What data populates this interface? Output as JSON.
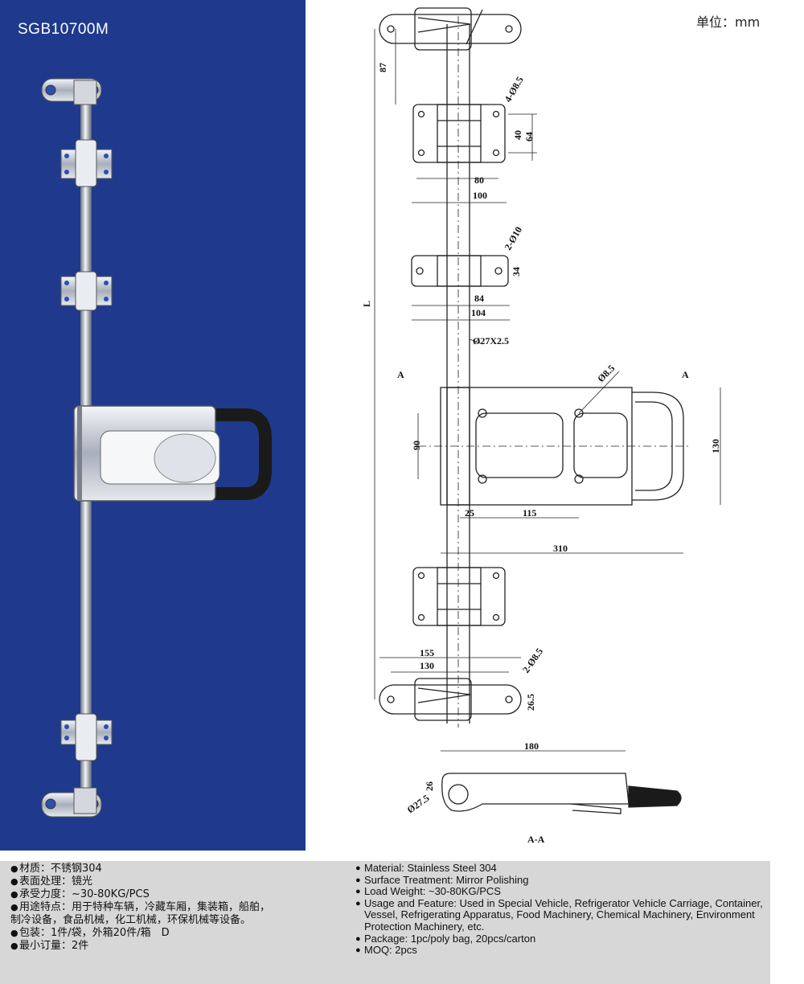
{
  "header": {
    "model_code": "SGB10700M",
    "unit_label": "单位：mm"
  },
  "drawing": {
    "dimensions": {
      "d87": "87",
      "holes_4x8_5": "4-Ø8.5",
      "d40": "40",
      "d64": "64",
      "d80": "80",
      "d100": "100",
      "holes_2x10": "2-Ø10",
      "d34": "34",
      "d84": "84",
      "d104": "104",
      "rod": "Ø27X2.5",
      "length": "L",
      "section_a_left": "A",
      "section_a_right": "A",
      "hole_8_5": "Ø8.5",
      "d90": "90",
      "d130_handle": "130",
      "d25": "25",
      "d115": "115",
      "d310": "310",
      "d155": "155",
      "d130_base": "130",
      "holes_2x8_5": "2-Ø8.5",
      "d26_5": "26.5",
      "d180": "180",
      "d26": "26",
      "d27_5": "Ø27.5",
      "section_label": "A-A"
    }
  },
  "specs_cn": [
    "材质：不锈钢304",
    "表面处理：镜光",
    "承受力度：~30-80KG/PCS",
    "用途特点：用于特种车辆，冷藏车厢，集装箱，船舶，",
    "制冷设备，食品机械，化工机械，环保机械等设备。",
    "包装：1件/袋，外箱20件/箱　D",
    "最小订量：2件"
  ],
  "specs_en": [
    "Material: Stainless Steel 304",
    "Surface Treatment: Mirror Polishing",
    "Load Weight: ~30-80KG/PCS",
    "Usage and Feature: Used in Special Vehicle, Refrigerator Vehicle Carriage, Container, Vessel, Refrigerating Apparatus, Food Machinery, Chemical Machinery, Environment Protection Machinery, etc.",
    "Package: 1pc/poly bag, 20pcs/carton",
    "MOQ: 2pcs"
  ],
  "colors": {
    "panel_blue": "#1f3a8c",
    "spec_gray": "#d7d7d7",
    "handle_black": "#1a1a1a"
  }
}
